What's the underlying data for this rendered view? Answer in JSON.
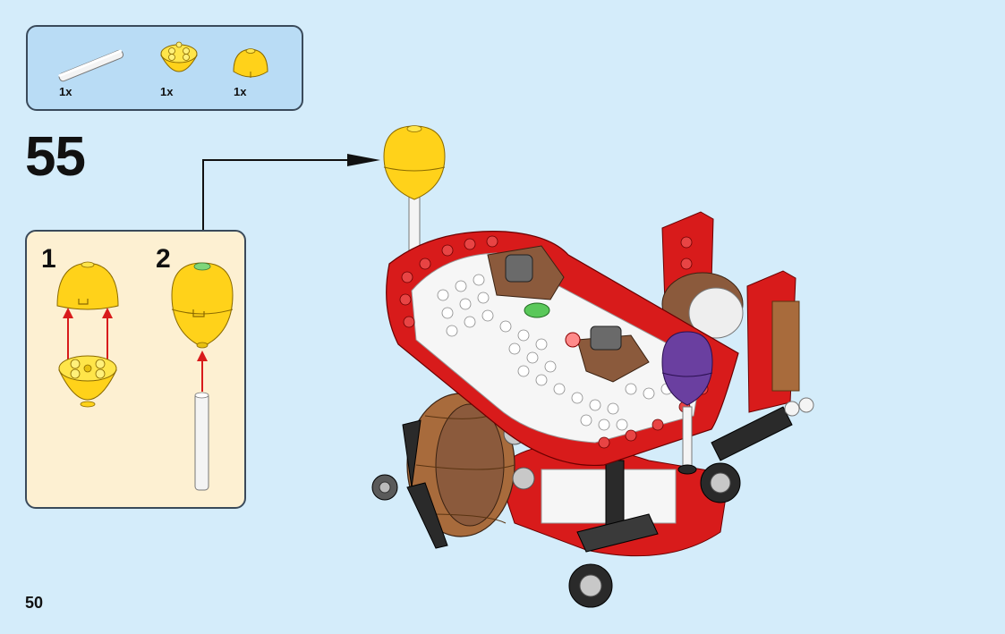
{
  "parts_list": {
    "items": [
      {
        "part": "white-bar",
        "qty": "1x"
      },
      {
        "part": "yellow-dome-with-studs",
        "qty": "1x"
      },
      {
        "part": "yellow-dome",
        "qty": "1x"
      }
    ]
  },
  "step": {
    "number": "55"
  },
  "substeps": [
    {
      "number": "1"
    },
    {
      "number": "2"
    }
  ],
  "page": {
    "number": "50"
  },
  "colors": {
    "background": "#d4ecfa",
    "parts_box": "#b9dcf5",
    "substep_box": "#fdf0d2",
    "yellow": "#ffe03a",
    "red": "#d81b1b",
    "brown": "#8b5a3c",
    "purple": "#6a3fa0"
  }
}
